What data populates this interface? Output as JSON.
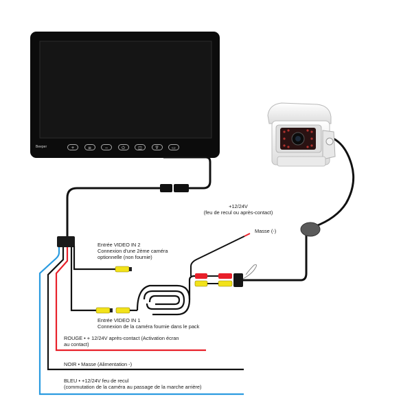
{
  "monitor": {
    "brand": "Beeper",
    "buttons": [
      {
        "icon": "plus-icon",
        "glyph": "+"
      },
      {
        "icon": "menu-icon",
        "glyph": "≡"
      },
      {
        "icon": "minus-icon",
        "glyph": "−"
      },
      {
        "icon": "power-icon",
        "glyph": "⏻"
      },
      {
        "icon": "source-icon",
        "glyph": "◫"
      },
      {
        "icon": "volume-icon",
        "glyph": "∇"
      },
      {
        "icon": "mode-icon",
        "glyph": "▭"
      }
    ]
  },
  "labels": {
    "power_top": "+12/24V",
    "power_top_sub": "(feu de recul ou après-contact)",
    "ground": "Masse (-)",
    "video_in2_title": "Entrée VIDEO IN 2",
    "video_in2_line1": "Connexion d'une 2ème caméra",
    "video_in2_line2": "optionnelle (non fournie)",
    "video_in1_title": "Entrée VIDEO IN 1",
    "video_in1_line1": "Connexion de la caméra fournie dans le pack",
    "red_line1": "ROUGE • + 12/24V après-contact (Activation écran",
    "red_line2": "au contact)",
    "black_line1": "NOIR • Masse (Alimentation -)",
    "blue_line1": "BLEU • +12/24V feu de recul",
    "blue_line2": "(commutation de la caméra au passage de la marche arrière)"
  },
  "colors": {
    "red_wire": "#e8202a",
    "black_wire": "#111111",
    "blue_wire": "#2a9be0",
    "yellow_plug": "#f2e21a",
    "red_plug": "#e8202a"
  }
}
